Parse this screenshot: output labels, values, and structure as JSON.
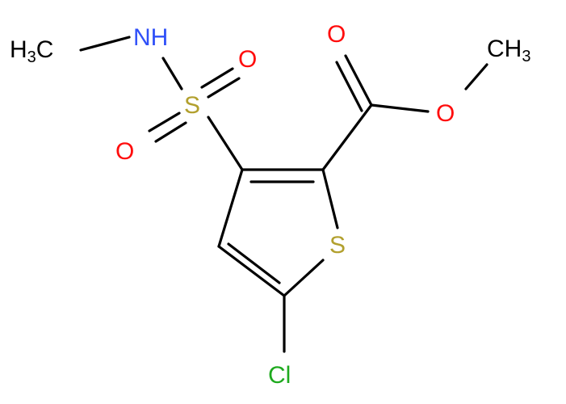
{
  "molecule": {
    "atoms": {
      "ch3_left": {
        "main": "H",
        "sub": "3",
        "tail": "C"
      },
      "nh": "NH",
      "s_sulfonyl": "S",
      "o_sulfonyl_top": "O",
      "o_sulfonyl_bottom": "O",
      "o_carbonyl": "O",
      "o_ester": "O",
      "ch3_right": {
        "main": "CH",
        "sub": "3"
      },
      "s_ring": "S",
      "cl": "Cl"
    },
    "colors": {
      "bond": "#000000",
      "carbon": "#000000",
      "nitrogen": "#3050F8",
      "oxygen": "#FF0D0D",
      "sulfur": "#B2A02E",
      "chlorine": "#1FAA1F"
    }
  }
}
